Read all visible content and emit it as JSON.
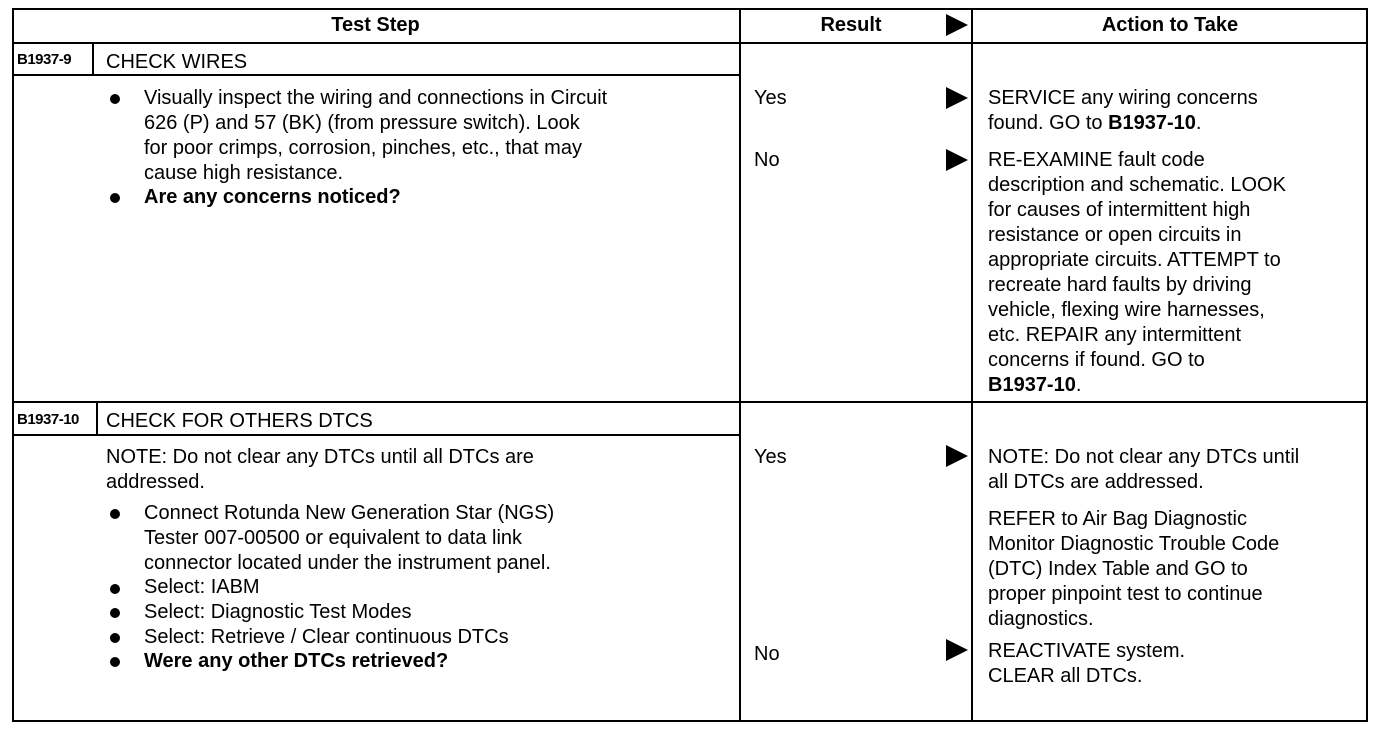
{
  "header": {
    "test_step": "Test Step",
    "result": "Result",
    "action": "Action to Take"
  },
  "step9": {
    "id": "B1937-9",
    "title": "CHECK WIRES",
    "bullets": [
      "Visually inspect the wiring and connections in Circuit",
      "626 (P) and 57 (BK) (from pressure switch). Look",
      "for poor crimps, corrosion, pinches, etc., that may",
      "cause high resistance."
    ],
    "question": "Are any concerns noticed?",
    "yes_label": "Yes",
    "no_label": "No",
    "yes_action": [
      "SERVICE any wiring concerns",
      "found. GO to "
    ],
    "yes_action_ref": "B1937-10",
    "yes_action_end": ".",
    "no_action": [
      "RE-EXAMINE fault code",
      "description and schematic. LOOK",
      "for causes of intermittent high",
      "resistance or open circuits in",
      "appropriate circuits. ATTEMPT to",
      "recreate hard faults by driving",
      "vehicle, flexing wire harnesses,",
      "etc. REPAIR any intermittent",
      "concerns if found. GO to"
    ],
    "no_action_ref": "B1937-10",
    "no_action_end": "."
  },
  "step10": {
    "id": "B1937-10",
    "title": "CHECK FOR OTHERS DTCS",
    "note": [
      "NOTE: Do not clear any DTCs until all DTCs are",
      "addressed."
    ],
    "bullets": [
      [
        "Connect Rotunda New Generation Star (NGS)",
        "Tester 007-00500 or equivalent to data link",
        "connector located under the instrument panel."
      ],
      [
        "Select: IABM"
      ],
      [
        "Select: Diagnostic Test Modes"
      ],
      [
        "Select: Retrieve / Clear continuous DTCs"
      ]
    ],
    "question": "Were any other DTCs retrieved?",
    "yes_label": "Yes",
    "no_label": "No",
    "yes_note": [
      "NOTE: Do not clear any DTCs until",
      "all DTCs are addressed."
    ],
    "yes_refer": [
      "REFER to Air Bag Diagnostic",
      "Monitor Diagnostic Trouble Code",
      "(DTC) Index Table and GO to",
      "proper pinpoint test to continue",
      "diagnostics."
    ],
    "no_action": [
      "REACTIVATE system.",
      "CLEAR all DTCs."
    ]
  }
}
